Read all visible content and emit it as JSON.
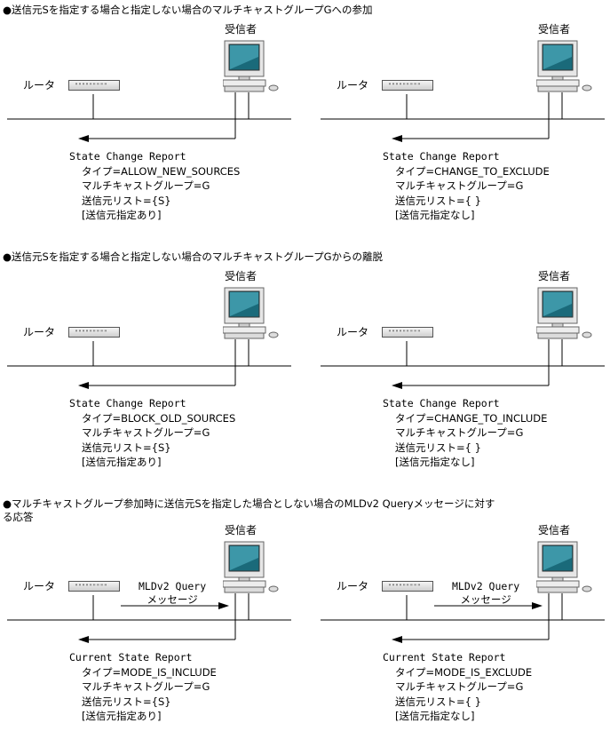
{
  "sections": [
    {
      "title": "●送信元Sを指定する場合と指定しない場合のマルチキャストグループGへの参加",
      "panels": [
        {
          "router_label": "ルータ",
          "receiver_label": "受信者",
          "query": null,
          "report": {
            "name": "State Change Report",
            "type": "タイプ=ALLOW_NEW_SOURCES",
            "group": "マルチキャストグループ=G",
            "sources": "送信元リスト={S}",
            "note": "[送信元指定あり]"
          }
        },
        {
          "router_label": "ルータ",
          "receiver_label": "受信者",
          "query": null,
          "report": {
            "name": "State Change Report",
            "type": "タイプ=CHANGE_TO_EXCLUDE",
            "group": "マルチキャストグループ=G",
            "sources": "送信元リスト={ }",
            "note": "[送信元指定なし]"
          }
        }
      ]
    },
    {
      "title": "●送信元Sを指定する場合と指定しない場合のマルチキャストグループGからの離脱",
      "panels": [
        {
          "router_label": "ルータ",
          "receiver_label": "受信者",
          "query": null,
          "report": {
            "name": "State Change Report",
            "type": "タイプ=BLOCK_OLD_SOURCES",
            "group": "マルチキャストグループ=G",
            "sources": "送信元リスト={S}",
            "note": "[送信元指定あり]"
          }
        },
        {
          "router_label": "ルータ",
          "receiver_label": "受信者",
          "query": null,
          "report": {
            "name": "State Change Report",
            "type": "タイプ=CHANGE_TO_INCLUDE",
            "group": "マルチキャストグループ=G",
            "sources": "送信元リスト={ }",
            "note": "[送信元指定なし]"
          }
        }
      ]
    },
    {
      "title": "●マルチキャストグループ参加時に送信元Sを指定した場合としない場合のMLDv2 Queryメッセージに対する応答",
      "title_line1": "●マルチキャストグループ参加時に送信元Sを指定した場合としない場合のMLDv2 Queryメッセージに対す",
      "title_line2": "る応答",
      "panels": [
        {
          "router_label": "ルータ",
          "receiver_label": "受信者",
          "query": {
            "line1": "MLDv2 Query",
            "line2": "メッセージ"
          },
          "report": {
            "name": "Current State Report",
            "type": "タイプ=MODE_IS_INCLUDE",
            "group": "マルチキャストグループ=G",
            "sources": "送信元リスト={S}",
            "note": "[送信元指定あり]"
          }
        },
        {
          "router_label": "ルータ",
          "receiver_label": "受信者",
          "query": {
            "line1": "MLDv2 Query",
            "line2": "メッセージ"
          },
          "report": {
            "name": "Current State Report",
            "type": "タイプ=MODE_IS_EXCLUDE",
            "group": "マルチキャストグループ=G",
            "sources": "送信元リスト={ }",
            "note": "[送信元指定なし]"
          }
        }
      ]
    }
  ],
  "router_leds": "\"\"\"\"\"\"\"\"\""
}
